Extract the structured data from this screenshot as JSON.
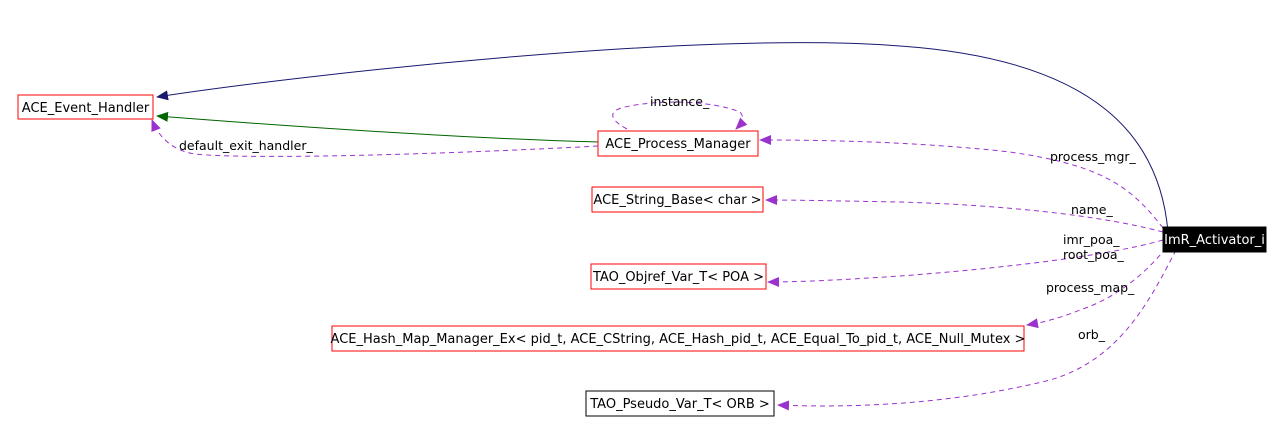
{
  "diagram": {
    "colors": {
      "node_border": "#ff0000",
      "plain_border": "#000000",
      "focus_fill": "#000000",
      "focus_text": "#ffffff",
      "inheritance_edge": "#191970",
      "template_inheritance_edge": "#006400",
      "usage_edge": "#9a32cd",
      "background": "#ffffff"
    },
    "nodes": {
      "ace_event_handler": "ACE_Event_Handler",
      "ace_process_manager": "ACE_Process_Manager",
      "ace_string_base": "ACE_String_Base< char >",
      "tao_objref_var": "TAO_Objref_Var_T< POA >",
      "ace_hash_map_manager": "ACE_Hash_Map_Manager_Ex< pid_t, ACE_CString, ACE_Hash_pid_t, ACE_Equal_To_pid_t, ACE_Null_Mutex >",
      "tao_pseudo_var": "TAO_Pseudo_Var_T< ORB >",
      "imr_activator_i": "ImR_Activator_i"
    },
    "edge_labels": {
      "instance": "instance_",
      "default_exit_handler": "default_exit_handler_",
      "process_mgr": "process_mgr_",
      "name": "name_",
      "imr_poa": "imr_poa_",
      "root_poa": "root_poa_",
      "process_map": "process_map_",
      "orb": "orb_"
    }
  }
}
